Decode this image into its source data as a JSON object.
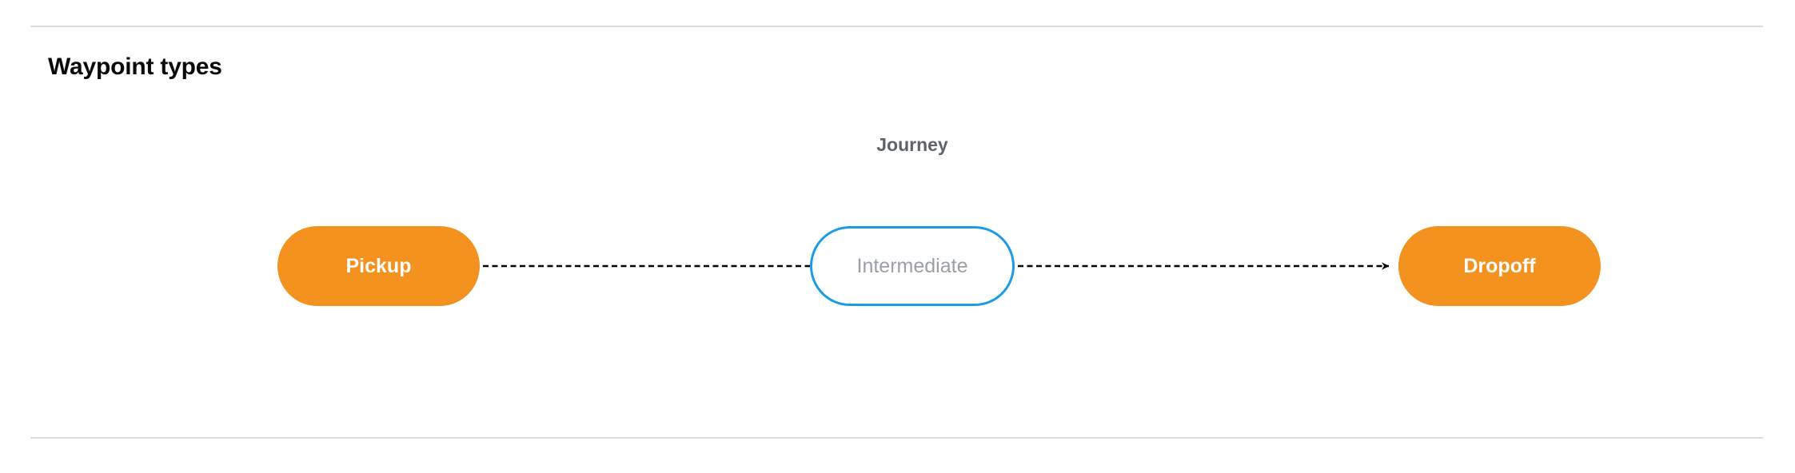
{
  "section": {
    "title": "Waypoint types"
  },
  "diagram": {
    "group_label": "Journey",
    "nodes": [
      {
        "id": "pickup",
        "label": "Pickup",
        "type": "terminal",
        "fill": "#f3921f",
        "text_color": "#ffffff"
      },
      {
        "id": "intermediate",
        "label": "Intermediate",
        "type": "optional",
        "fill": "#ffffff",
        "border_color": "#1b9ce3",
        "text_color": "#9aa0a6"
      },
      {
        "id": "dropoff",
        "label": "Dropoff",
        "type": "terminal",
        "fill": "#f3921f",
        "text_color": "#ffffff"
      }
    ],
    "connectors": [
      {
        "from": "pickup",
        "to": "intermediate",
        "style": "dashed",
        "color": "#000000",
        "arrow": false
      },
      {
        "from": "intermediate",
        "to": "dropoff",
        "style": "dashed",
        "color": "#000000",
        "arrow": true
      }
    ]
  },
  "colors": {
    "divider": "#dadce0",
    "title": "#0a0a0a",
    "label": "#5f6368",
    "accent_orange": "#f3921f",
    "accent_blue": "#1b9ce3"
  }
}
